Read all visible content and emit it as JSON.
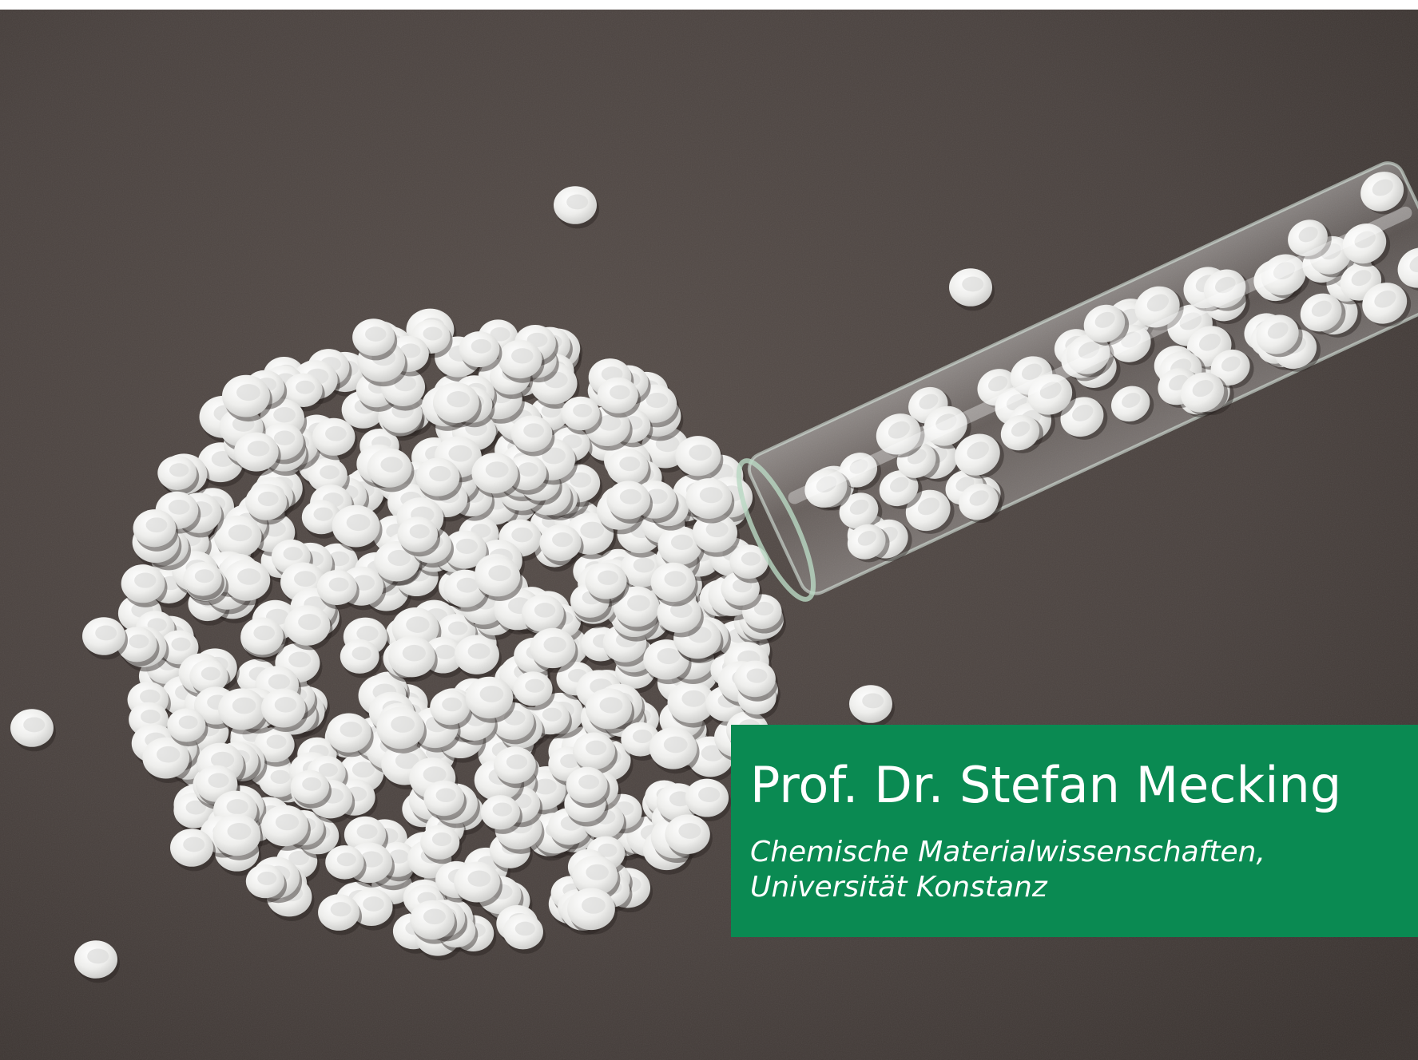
{
  "photo": {
    "subject": "white plastic pellets spilling from a glass test tube on a dark surface"
  },
  "caption": {
    "name": "Prof. Dr. Stefan Mecking",
    "affiliation_line1": "Chemische Materialwissenschaften,",
    "affiliation_line2": "Universität Konstanz"
  },
  "colors": {
    "panel_green": "#0a8a52",
    "background_dark": "#4a423f",
    "pellet_white": "#f2f2f0"
  }
}
